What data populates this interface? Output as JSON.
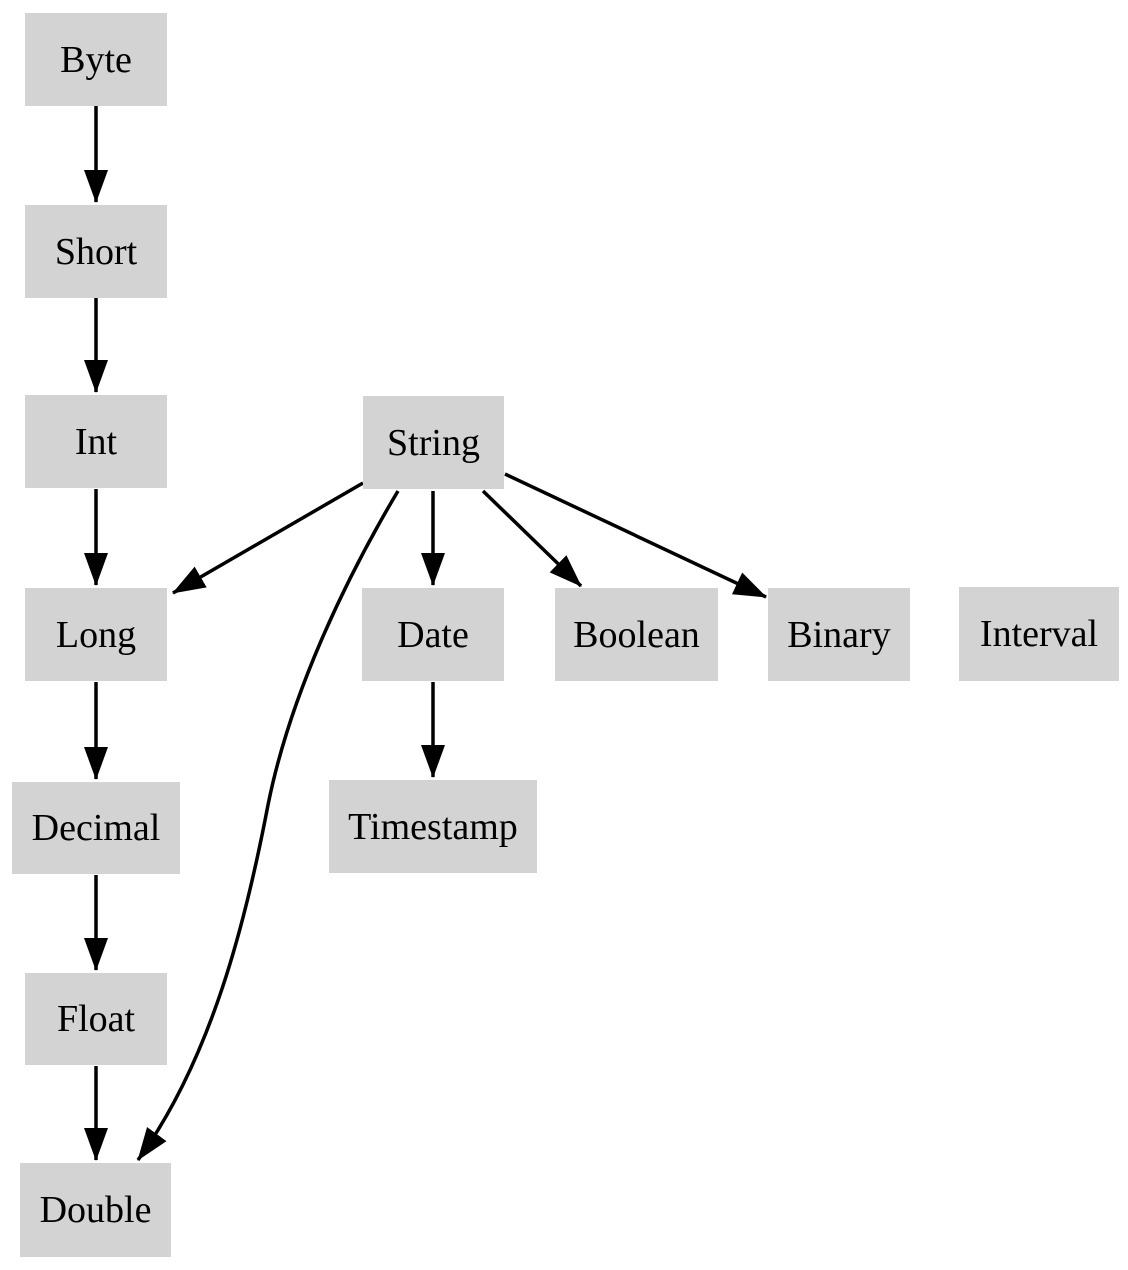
{
  "diagram": {
    "type": "directed-graph",
    "background_color": "#ffffff",
    "node_fill_color": "#d3d3d3",
    "node_text_color": "#000000",
    "edge_color": "#000000",
    "nodes": [
      {
        "id": "byte",
        "label": "Byte"
      },
      {
        "id": "short",
        "label": "Short"
      },
      {
        "id": "int",
        "label": "Int"
      },
      {
        "id": "string",
        "label": "String"
      },
      {
        "id": "long",
        "label": "Long"
      },
      {
        "id": "date",
        "label": "Date"
      },
      {
        "id": "boolean",
        "label": "Boolean"
      },
      {
        "id": "binary",
        "label": "Binary"
      },
      {
        "id": "interval",
        "label": "Interval"
      },
      {
        "id": "decimal",
        "label": "Decimal"
      },
      {
        "id": "timestamp",
        "label": "Timestamp"
      },
      {
        "id": "float",
        "label": "Float"
      },
      {
        "id": "double",
        "label": "Double"
      }
    ],
    "edges": [
      {
        "from": "byte",
        "to": "short"
      },
      {
        "from": "short",
        "to": "int"
      },
      {
        "from": "int",
        "to": "long"
      },
      {
        "from": "long",
        "to": "decimal"
      },
      {
        "from": "decimal",
        "to": "float"
      },
      {
        "from": "float",
        "to": "double"
      },
      {
        "from": "string",
        "to": "long"
      },
      {
        "from": "string",
        "to": "date"
      },
      {
        "from": "string",
        "to": "boolean"
      },
      {
        "from": "string",
        "to": "binary"
      },
      {
        "from": "string",
        "to": "double"
      },
      {
        "from": "date",
        "to": "timestamp"
      }
    ]
  }
}
